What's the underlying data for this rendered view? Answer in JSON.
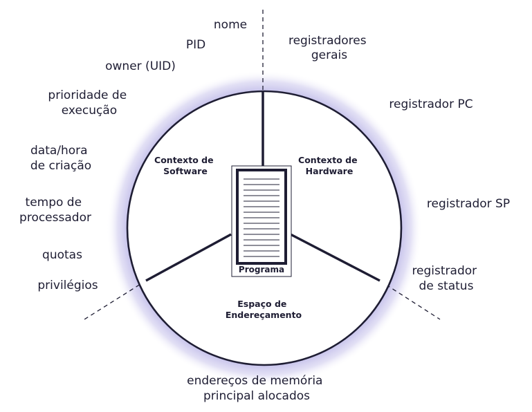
{
  "sections": {
    "software": {
      "title_line1": "Contexto de",
      "title_line2": "Software"
    },
    "hardware": {
      "title_line1": "Contexto de",
      "title_line2": "Hardware"
    },
    "address_space": {
      "title_line1": "Espaço de",
      "title_line2": "Endereçamento"
    }
  },
  "program_label": "Programa",
  "software_attributes": {
    "nome": "nome",
    "pid": "PID",
    "owner": "owner (UID)",
    "prioridade_1": "prioridade de",
    "prioridade_2": "execução",
    "data_1": "data/hora",
    "data_2": "de criação",
    "tempo_1": "tempo de",
    "tempo_2": "processador",
    "quotas": "quotas",
    "privilegios": "privilégios"
  },
  "hardware_attributes": {
    "gerais_1": "registradores",
    "gerais_2": "gerais",
    "pc": "registrador PC",
    "sp": "registrador SP",
    "status_1": "registrador",
    "status_2": "de status"
  },
  "address_space_attributes": {
    "line1": "endereços de memória",
    "line2": "principal alocados"
  },
  "colors": {
    "line": "#1e1d33",
    "halo": "#b8b3e6"
  }
}
